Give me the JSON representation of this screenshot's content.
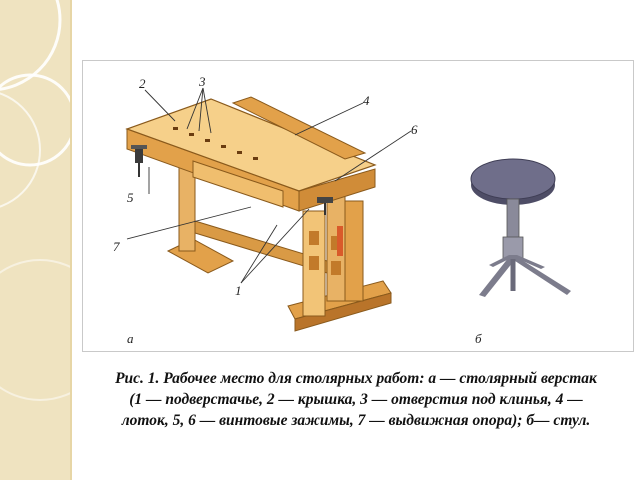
{
  "figure": {
    "callouts": {
      "c1": "1",
      "c2": "2",
      "c3": "3",
      "c4": "4",
      "c5": "5",
      "c6": "6",
      "c7": "7"
    },
    "panel_a_label": "а",
    "panel_b_label": "б"
  },
  "caption": {
    "line1": "Рис. 1. Рабочее место для столярных работ: а — столярный верстак",
    "line2": "(1 — подверстачье, 2 — крышка, 3 — отверстия под клинья, 4 —",
    "line3": "лоток, 5, 6 — винтовые зажимы, 7 — выдвижная опора); б—  стул."
  },
  "colors": {
    "slide_band": "#efe3c0",
    "wood_light": "#f2c477",
    "wood_mid": "#e2a14a",
    "wood_dark": "#b9742a",
    "stool_seat": "#6f6e8a",
    "stool_metal": "#8a8a9a"
  }
}
